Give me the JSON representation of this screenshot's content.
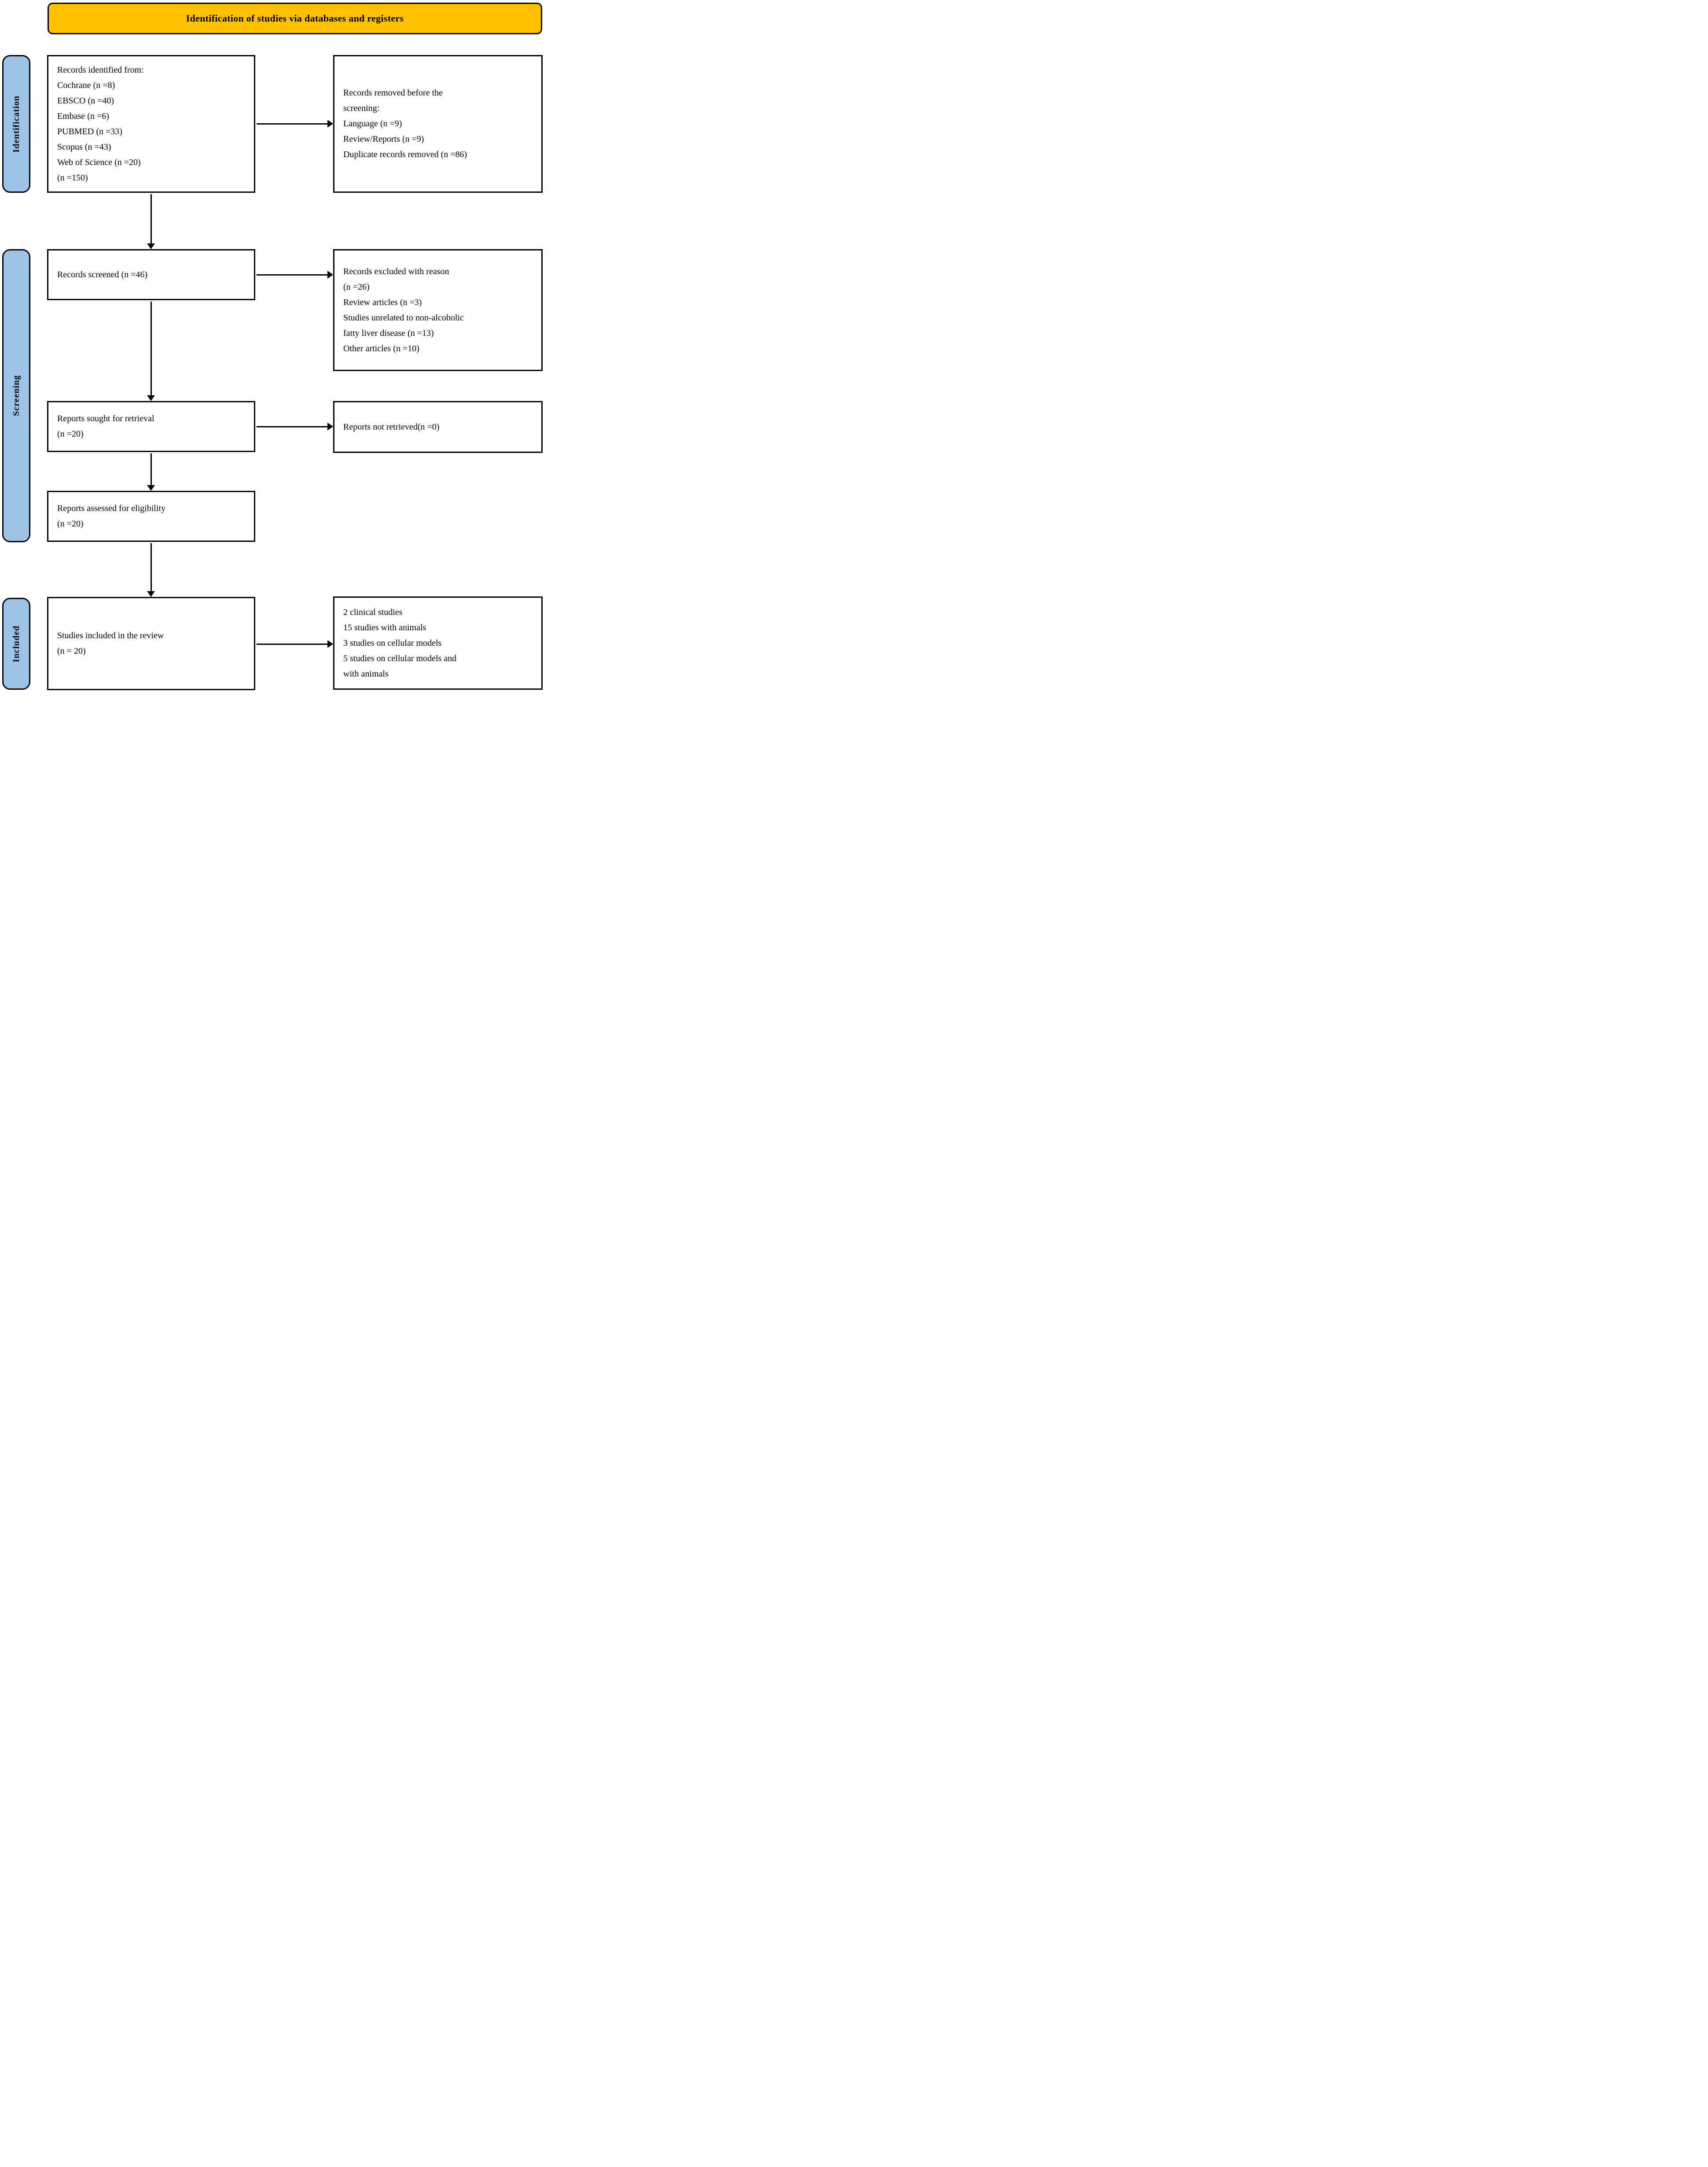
{
  "banner": {
    "label": "Identification of studies via databases and registers"
  },
  "sidebar": {
    "items": [
      {
        "id": "identification",
        "label": "Identification"
      },
      {
        "id": "screening",
        "label": "Screening"
      },
      {
        "id": "included",
        "label": "Included"
      }
    ]
  },
  "flow": {
    "records_identified": {
      "lines": [
        "Records identified from:",
        "Cochrane (n =8)",
        "EBSCO (n =40)",
        "Embase (n =6)",
        "PUBMED (n =33)",
        "Scopus (n =43)",
        "Web of Science (n =20)",
        "(n =150)"
      ]
    },
    "records_removed": {
      "lines": [
        "Records removed before the",
        "screening:",
        "Language (n =9)",
        "Review/Reports (n =9)",
        "Duplicate records removed (n =86)"
      ]
    },
    "records_screened": {
      "lines": [
        "Records screened (n =46)"
      ]
    },
    "records_excluded": {
      "lines": [
        "Records excluded with reason",
        "(n =26)",
        "Review articles (n =3)",
        "Studies unrelated to non-alcoholic",
        "fatty liver disease (n =13)",
        "Other articles (n =10)"
      ]
    },
    "reports_sought": {
      "lines": [
        "Reports sought for retrieval",
        "(n =20)"
      ]
    },
    "reports_not_retrieved": {
      "lines": [
        "Reports not retrieved(n =0)"
      ]
    },
    "reports_assessed": {
      "lines": [
        "Reports assessed for eligibility",
        "(n =20)"
      ]
    },
    "studies_included": {
      "lines": [
        "Studies included in the review",
        "(n = 20)"
      ]
    },
    "included_breakdown": {
      "lines": [
        "2 clinical studies",
        "15 studies with animals",
        "3 studies on cellular models",
        "5 studies on cellular models and",
        "with animals"
      ]
    }
  },
  "colors": {
    "banner_bg": "#FFC000",
    "sidebar_bg": "#9DC3E6",
    "box_bg": "#FFFFFF",
    "border": "#000000"
  }
}
